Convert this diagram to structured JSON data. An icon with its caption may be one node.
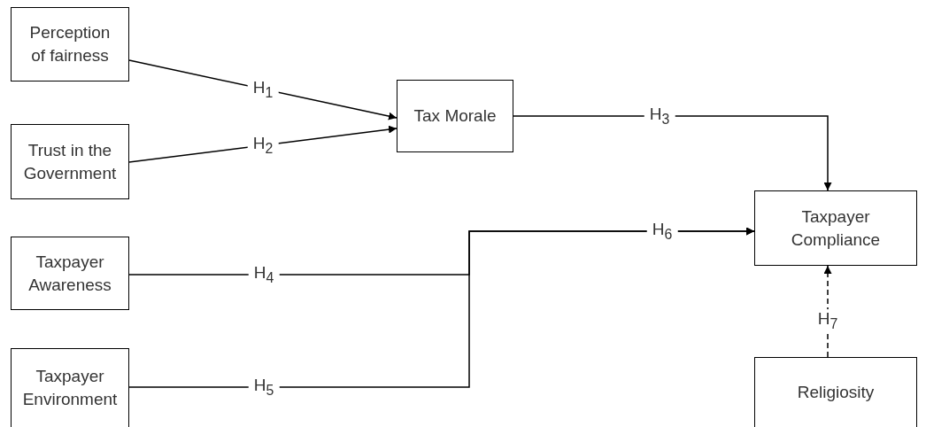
{
  "diagram": {
    "nodes": [
      {
        "text": [
          "Perception of fairness"
        ]
      },
      {
        "text": [
          "Trust in the Government"
        ]
      },
      {
        "text": [
          "Tax Morale"
        ]
      },
      {
        "text": [
          "Taxpayer Awareness"
        ]
      },
      {
        "text": [
          "Taxpayer Environment"
        ]
      },
      {
        "text": [
          "Taxpayer Compliance"
        ]
      },
      {
        "text": [
          "Religiosity"
        ]
      }
    ],
    "edges": [
      {
        "from": 0,
        "to": 2,
        "arrow": "to",
        "label": "H$_{1}$"
      },
      {
        "from": 1,
        "to": 2,
        "arrow": "to",
        "label": "H$_{2}$"
      },
      {
        "from": 2,
        "to": 5,
        "arrow": "to",
        "label": "H$_{3}$"
      },
      {
        "from": 3,
        "to": 5,
        "arrow": "to",
        "label": "H$_{4}$"
      },
      {
        "from": 4,
        "to": 5,
        "arrow": "to",
        "label": "H$_{5}$"
      },
      {
        "from": 6,
        "to": 5,
        "arrow": "to",
        "label": "H$_{7}$",
        "style": "dashed"
      }
    ],
    "labels": [
      "H$_{6}$"
    ]
  }
}
